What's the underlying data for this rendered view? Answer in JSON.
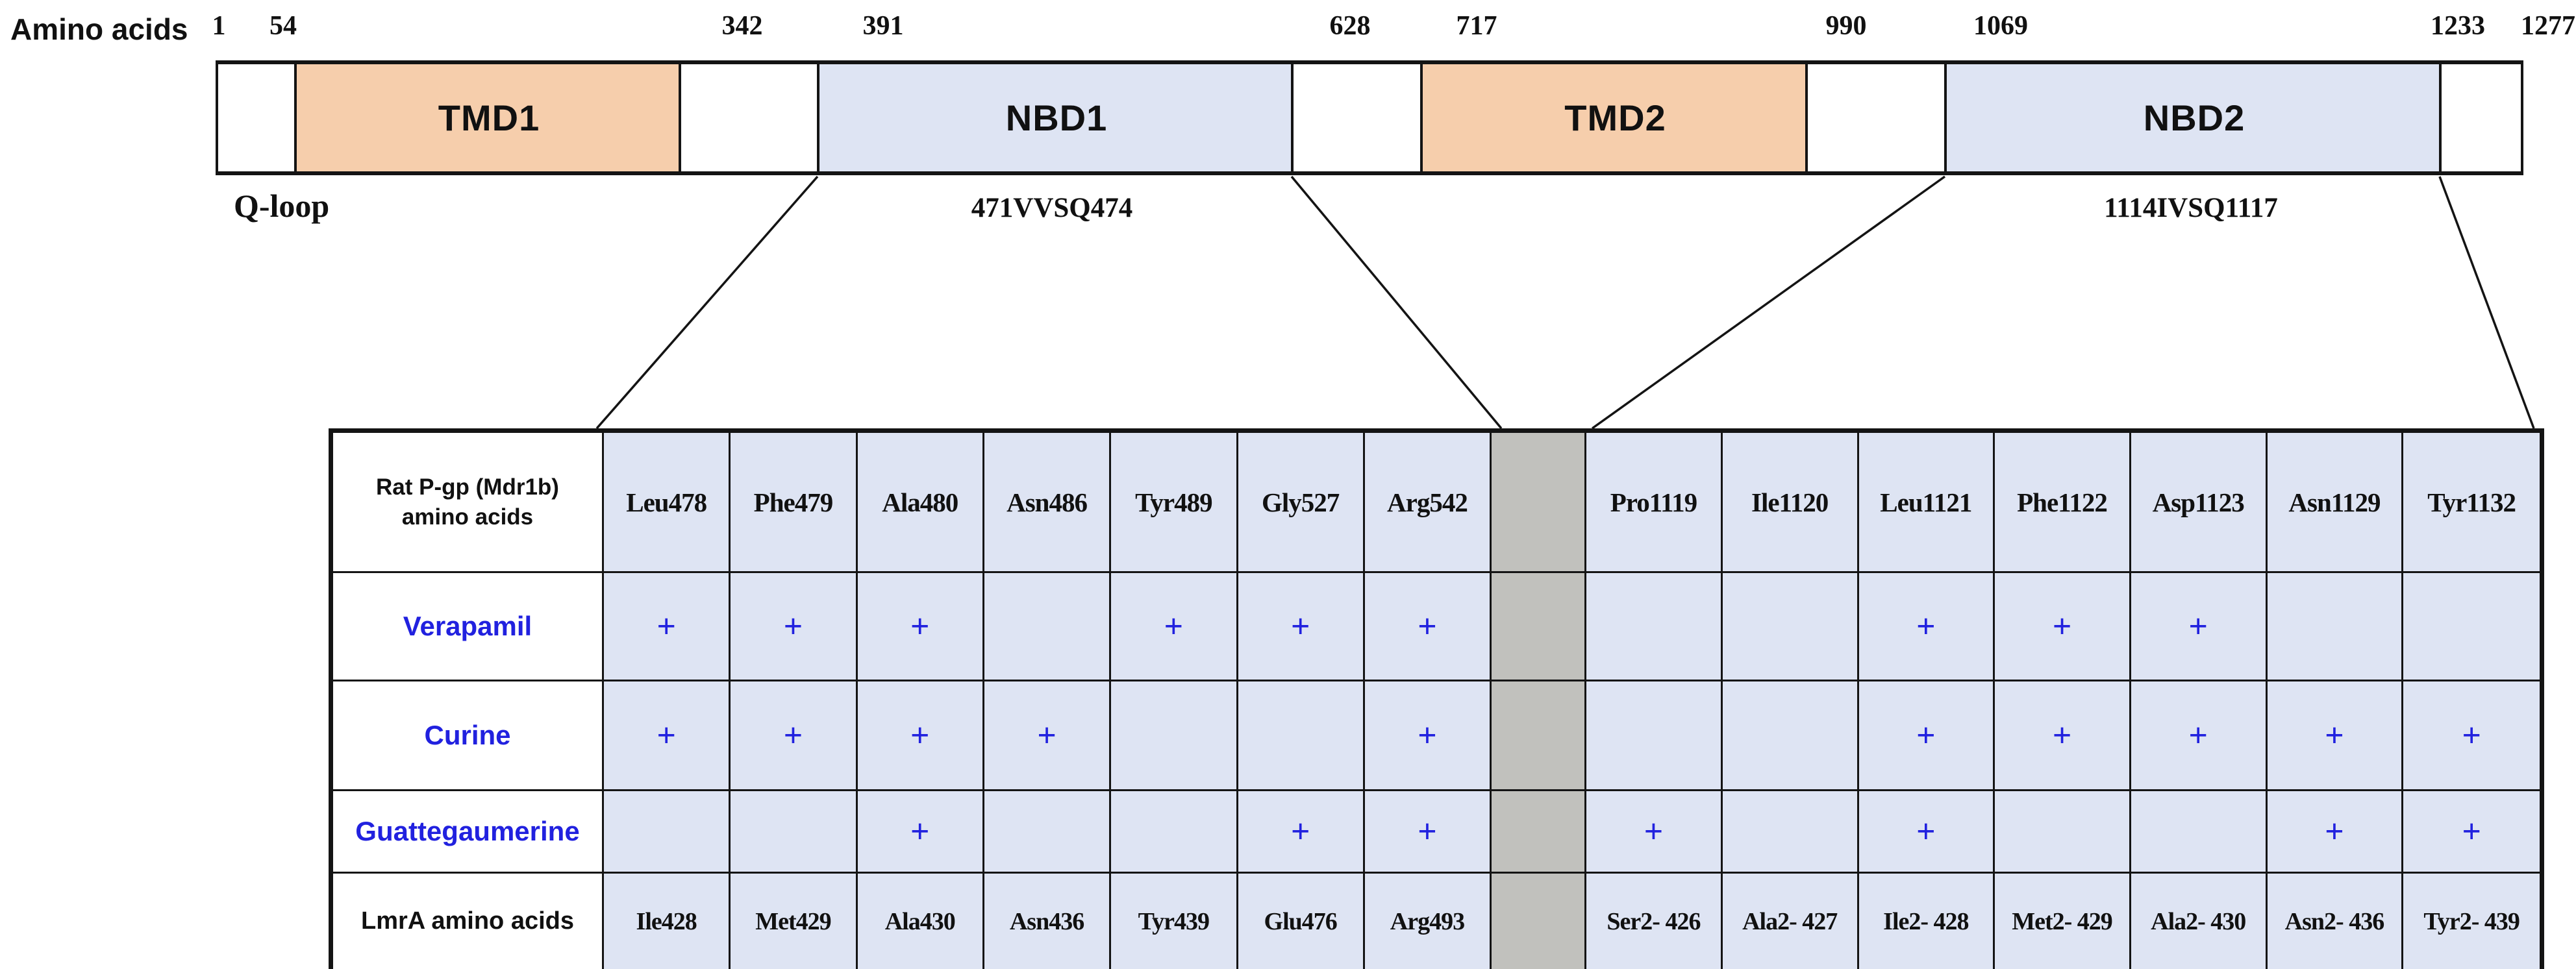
{
  "scale": {
    "axis_label": "Amino acids",
    "ticks": [
      "1",
      "54",
      "342",
      "391",
      "628",
      "717",
      "990",
      "1069",
      "1233",
      "1277"
    ]
  },
  "domains": [
    {
      "name": "TMD1"
    },
    {
      "name": "NBD1"
    },
    {
      "name": "TMD2"
    },
    {
      "name": "NBD2"
    }
  ],
  "annotations": {
    "q_loop": "Q-loop",
    "nbd1_motif": "471VVSQ474",
    "nbd2_motif": "1114IVSQ1117"
  },
  "table": {
    "corner_header": "Rat P-gp (Mdr1b) amino acids",
    "columns_left": [
      "Leu478",
      "Phe479",
      "Ala480",
      "Asn486",
      "Tyr489",
      "Gly527",
      "Arg542"
    ],
    "columns_right": [
      "Pro1119",
      "Ile1120",
      "Leu1121",
      "Phe1122",
      "Asp1123",
      "Asn1129",
      "Tyr1132"
    ],
    "rows": [
      {
        "label": "Verapamil",
        "type": "drug",
        "left": [
          "+",
          "+",
          "+",
          "",
          "+",
          "+",
          "+"
        ],
        "right": [
          "",
          "",
          "+",
          "+",
          "+",
          "",
          ""
        ]
      },
      {
        "label": "Curine",
        "type": "drug",
        "left": [
          "+",
          "+",
          "+",
          "+",
          "",
          "",
          "+"
        ],
        "right": [
          "",
          "",
          "+",
          "+",
          "+",
          "+",
          "+"
        ]
      },
      {
        "label": "Guattegaumerine",
        "type": "drug",
        "left": [
          "",
          "",
          "+",
          "",
          "",
          "+",
          "+"
        ],
        "right": [
          "+",
          "",
          "+",
          "",
          "",
          "+",
          "+"
        ]
      },
      {
        "label": "LmrA amino acids",
        "type": "aa",
        "left": [
          "Ile428",
          "Met429",
          "Ala430",
          "Asn436",
          "Tyr439",
          "Glu476",
          "Arg493"
        ],
        "right": [
          "Ser2- 426",
          "Ala2- 427",
          "Ile2- 428",
          "Met2- 429",
          "Ala2- 430",
          "Asn2- 436",
          "Tyr2- 439"
        ]
      }
    ]
  },
  "colors": {
    "tmd_fill": "#F6CEAC",
    "nbd_fill": "#DEE4F3",
    "separator_fill": "#C1C1BD",
    "drug_text": "#2121DF",
    "line": "#141414"
  }
}
